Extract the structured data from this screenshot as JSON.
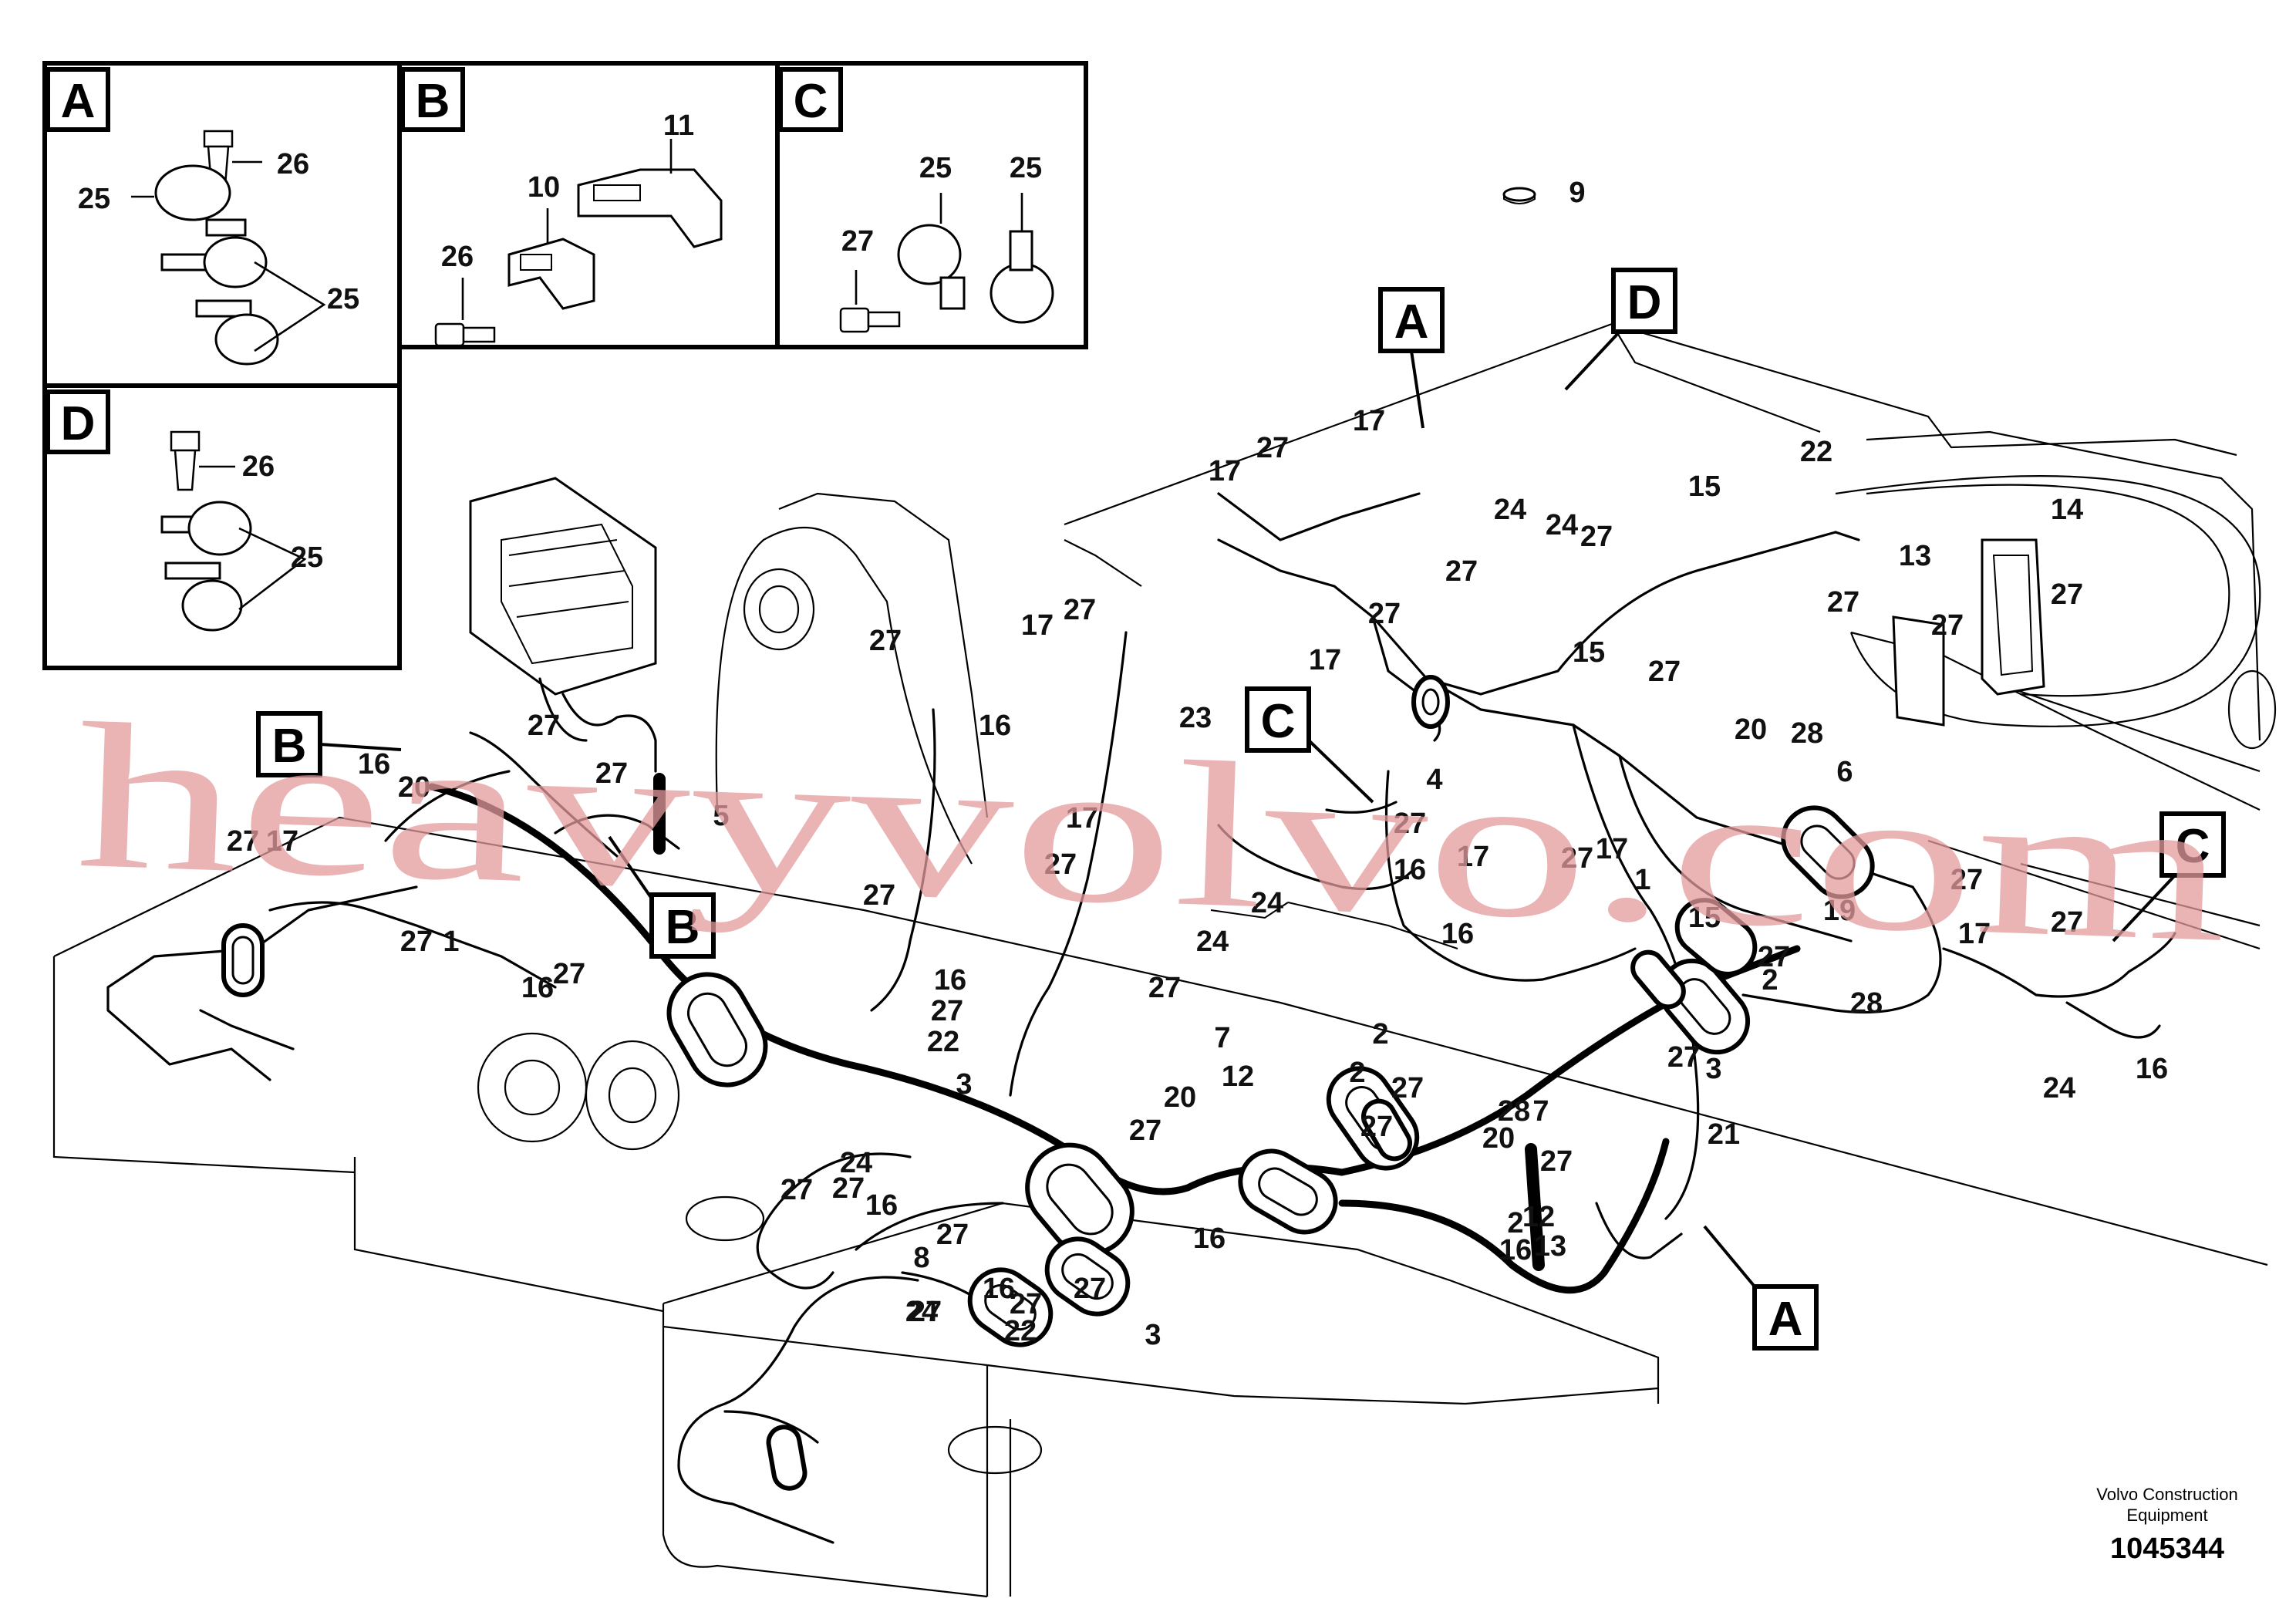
{
  "detail_boxes": [
    {
      "letter": "A",
      "labels": [
        "26",
        "25",
        "25"
      ]
    },
    {
      "letter": "B",
      "labels": [
        "11",
        "10",
        "26"
      ]
    },
    {
      "letter": "C",
      "labels": [
        "25",
        "25",
        "27"
      ]
    },
    {
      "letter": "D",
      "labels": [
        "26",
        "25"
      ]
    }
  ],
  "view_markers": [
    "A",
    "D",
    "B",
    "C",
    "B",
    "C",
    "A"
  ],
  "callouts": [
    "9",
    "17",
    "27",
    "17",
    "24",
    "24",
    "27",
    "27",
    "22",
    "15",
    "14",
    "13",
    "27",
    "27",
    "27",
    "17",
    "27",
    "17",
    "27",
    "16",
    "27",
    "23",
    "4",
    "15",
    "27",
    "17",
    "27",
    "6",
    "20",
    "28",
    "27",
    "20",
    "27",
    "5",
    "16",
    "27",
    "17",
    "27",
    "1",
    "27",
    "16",
    "27",
    "17",
    "27",
    "27",
    "22",
    "16",
    "16",
    "24",
    "27",
    "24",
    "27",
    "17",
    "16",
    "1",
    "15",
    "19",
    "27",
    "17",
    "27",
    "24",
    "16",
    "27",
    "28",
    "3",
    "27",
    "2",
    "2",
    "7",
    "20",
    "12",
    "27",
    "7",
    "20",
    "12",
    "28",
    "27",
    "27",
    "21",
    "2",
    "13",
    "2",
    "16",
    "27",
    "3",
    "3",
    "16",
    "27",
    "27",
    "24",
    "27",
    "27",
    "8",
    "16",
    "24",
    "16",
    "27",
    "22",
    "27"
  ],
  "watermark": "heavyvolvo.com",
  "brand": {
    "line1": "Volvo Construction",
    "line2": "Equipment"
  },
  "part_number": "1045344"
}
